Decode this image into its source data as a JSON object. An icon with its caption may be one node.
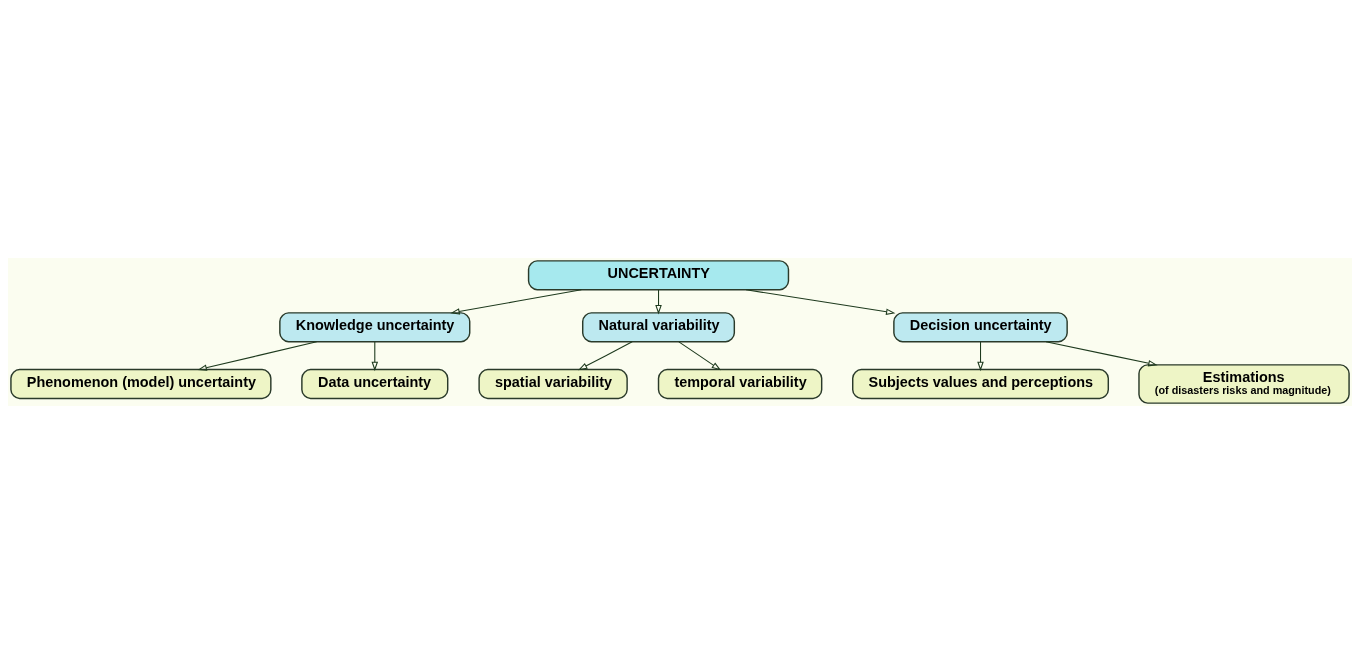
{
  "diagram": {
    "nodes": [
      {
        "text": [
          "UNCERTAINTY"
        ]
      },
      {
        "text": [
          "Knowledge uncertainty"
        ]
      },
      {
        "text": [
          "Natural variability"
        ]
      },
      {
        "text": [
          "Decision uncertainty"
        ]
      },
      {
        "text": [
          "Phenomenon (model) uncertainty"
        ]
      },
      {
        "text": [
          "spatial variability"
        ]
      },
      {
        "text": [
          "Subjects values and perceptions"
        ]
      },
      {
        "text": [
          "Data uncertainty"
        ]
      },
      {
        "text": [
          "temporal variability"
        ]
      },
      {
        "text": [
          "Estimations",
          "(of disasters risks and magnitude)"
        ]
      }
    ],
    "edges": [
      {
        "from": 0,
        "to": 1,
        "arrow": "to"
      },
      {
        "from": 0,
        "to": 2,
        "arrow": "to"
      },
      {
        "from": 0,
        "to": 3,
        "arrow": "to"
      },
      {
        "from": 1,
        "to": 4,
        "arrow": "to"
      },
      {
        "from": 1,
        "to": 7,
        "arrow": "to"
      },
      {
        "from": 2,
        "to": 5,
        "arrow": "to"
      },
      {
        "from": 2,
        "to": 8,
        "arrow": "to"
      },
      {
        "from": 3,
        "to": 6,
        "arrow": "to"
      },
      {
        "from": 3,
        "to": 9,
        "arrow": "to"
      }
    ]
  }
}
